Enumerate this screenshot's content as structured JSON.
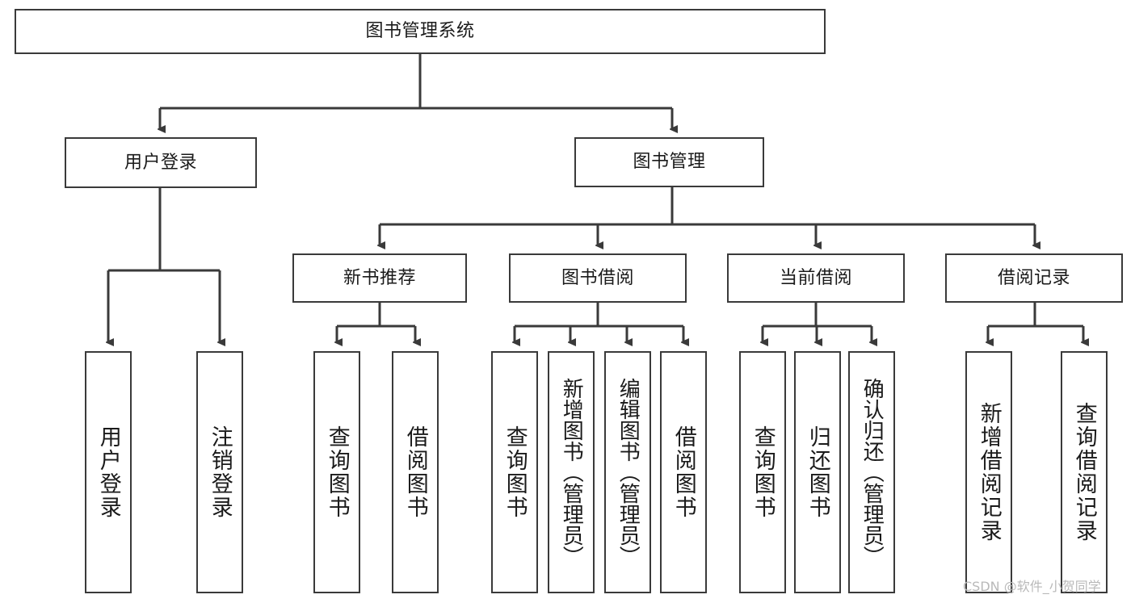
{
  "diagram": {
    "type": "tree-hierarchy",
    "title": "图书管理系统",
    "watermark": "CSDN @软件_小贺同学",
    "colors": {
      "box_border": "#3a3a3a",
      "box_fill": "#ffffff",
      "connector": "#3a3a3a",
      "text": "#1a1a1a",
      "watermark": "#b9b9b9"
    },
    "levels": {
      "root": {
        "label": "图书管理系统"
      },
      "level2": [
        {
          "label": "用户登录"
        },
        {
          "label": "图书管理"
        }
      ],
      "level3": [
        {
          "label": "新书推荐"
        },
        {
          "label": "图书借阅"
        },
        {
          "label": "当前借阅"
        },
        {
          "label": "借阅记录"
        }
      ],
      "leaves": {
        "user_login": [
          {
            "label": "用户登录"
          },
          {
            "label": "注销登录"
          }
        ],
        "new_book": [
          {
            "label": "查询图书"
          },
          {
            "label": "借阅图书"
          }
        ],
        "book_borrow": [
          {
            "label": "查询图书"
          },
          {
            "label": "新增图书（管理员）"
          },
          {
            "label": "编辑图书（管理员）"
          },
          {
            "label": "借阅图书"
          }
        ],
        "current_borrow": [
          {
            "label": "查询图书"
          },
          {
            "label": "归还图书"
          },
          {
            "label": "确认归还（管理员）"
          }
        ],
        "borrow_record": [
          {
            "label": "新增借阅记录"
          },
          {
            "label": "查询借阅记录"
          }
        ]
      }
    }
  }
}
